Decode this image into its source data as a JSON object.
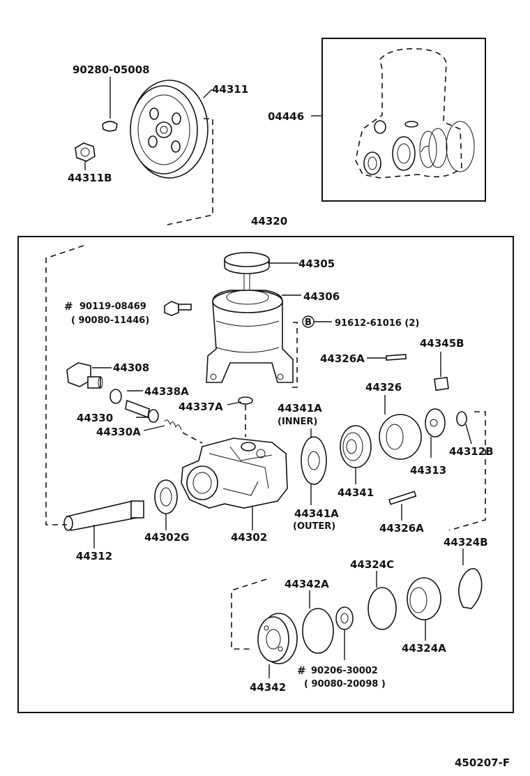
{
  "diagram_id": "450207-F",
  "assembly_label": "44320",
  "parts": {
    "p90280": "90280-05008",
    "p44311": "44311",
    "p44311B": "44311B",
    "p04446": "04446",
    "p44305": "44305",
    "p44306": "44306",
    "p90119": "90119-08469",
    "p90080a": "( 90080-11446)",
    "p91612": "91612-61016 (2)",
    "p44308": "44308",
    "p44338A": "44338A",
    "p44326A_top": "44326A",
    "p44345B": "44345B",
    "p44326": "44326",
    "p44337A": "44337A",
    "p44341A_in": "44341A",
    "p44341A_in_note": "(INNER)",
    "p44330": "44330",
    "p44330A": "44330A",
    "p44313": "44313",
    "p44312B": "44312B",
    "p44341A_out": "44341A",
    "p44341A_out_note": "(OUTER)",
    "p44341": "44341",
    "p44302G": "44302G",
    "p44302": "44302",
    "p44326A_bot": "44326A",
    "p44312": "44312",
    "p44324B": "44324B",
    "p44324C": "44324C",
    "p44342A": "44342A",
    "p44324A": "44324A",
    "p90206": "90206-30002",
    "p90080b": "( 90080-20098 )",
    "p44342": "44342"
  },
  "symbols": {
    "hash": "#",
    "b_marker": "B"
  }
}
